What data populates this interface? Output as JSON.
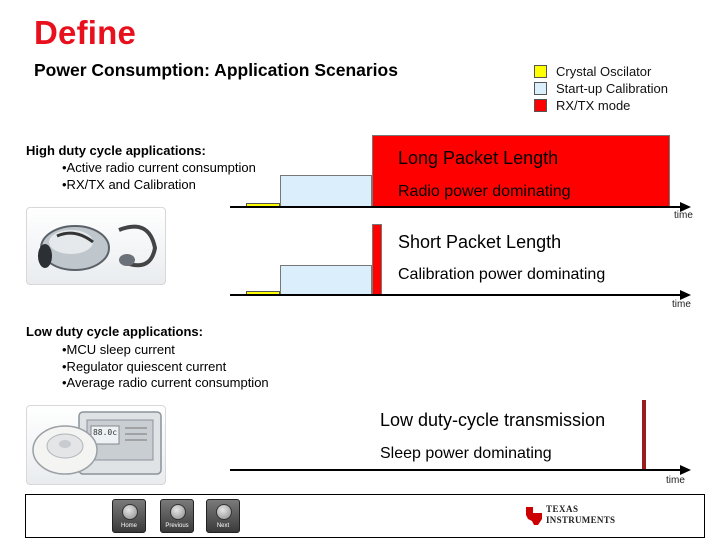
{
  "slide": {
    "title": "Define",
    "subtitle": "Power Consumption: Application Scenarios"
  },
  "legend": [
    {
      "label": "Crystal Oscilator",
      "color": "#ffff00"
    },
    {
      "label": "Start-up Calibration",
      "color": "#dbeefb"
    },
    {
      "label": "RX/TX mode",
      "color": "#ff0000"
    }
  ],
  "high_duty": {
    "heading": "High duty cycle applications:",
    "bullets": [
      "•Active radio current consumption",
      "•RX/TX and Calibration"
    ]
  },
  "low_duty": {
    "heading": "Low duty cycle applications:",
    "bullets": [
      "•MCU sleep current",
      "•Regulator quiescent current",
      "•Average radio current consumption"
    ]
  },
  "scenarios": [
    {
      "title": "Long Packet Length",
      "subtitle": "Radio power dominating",
      "axis_label": "time"
    },
    {
      "title": "Short Packet Length",
      "subtitle": "Calibration power dominating",
      "axis_label": "time"
    },
    {
      "title": "Low duty-cycle transmission",
      "subtitle": "Sleep power dominating",
      "axis_label": "time"
    }
  ],
  "nav": {
    "home": "Home",
    "previous": "Previous",
    "next": "Next"
  },
  "logo": {
    "line1": "TEXAS",
    "line2": "INSTRUMENTS"
  },
  "device_display": "88.0c"
}
